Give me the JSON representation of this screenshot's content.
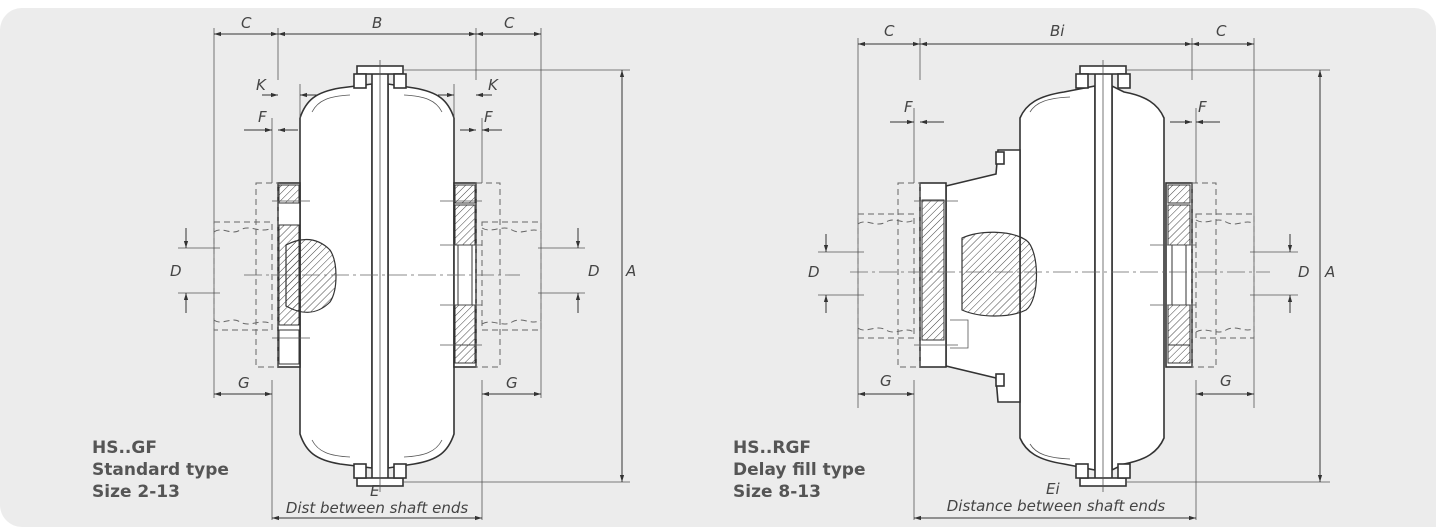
{
  "left_drawing": {
    "caption": [
      "HS..GF",
      "Standard type",
      "Size 2-13"
    ],
    "dims": {
      "C": "C",
      "B": "B",
      "K": "K",
      "F": "F",
      "D": "D",
      "A": "A",
      "G": "G",
      "E": "E",
      "shaft": "Dist between shaft ends"
    }
  },
  "right_drawing": {
    "caption": [
      "HS..RGF",
      "Delay fill type",
      "Size 8-13"
    ],
    "dims": {
      "C": "C",
      "Bi": "Bi",
      "F": "F",
      "D": "D",
      "A": "A",
      "G": "G",
      "Ei": "Ei",
      "shaft": "Distance between shaft ends"
    }
  },
  "colors": {
    "panel": "#ececec",
    "line": "#333333",
    "caption": "#555555"
  }
}
